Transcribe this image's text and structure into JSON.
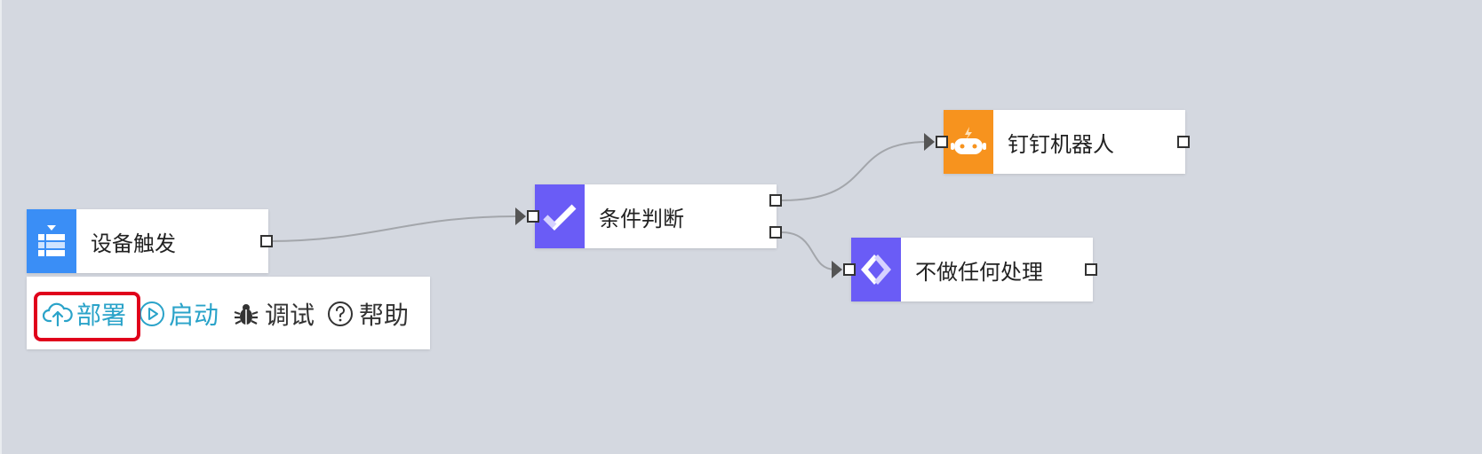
{
  "colors": {
    "canvas_bg": "#d4d8e0",
    "trigger_icon_bg": "#3a8ef6",
    "condition_icon_bg": "#6a5cf6",
    "robot_icon_bg": "#f7931e",
    "noop_icon_bg": "#6a5cf6",
    "toolbar_primary": "#2aa3c9",
    "highlight": "#e0001b"
  },
  "nodes": {
    "device_trigger": {
      "label": "设备触发",
      "icon": "device-trigger-icon"
    },
    "condition": {
      "label": "条件判断",
      "icon": "check-icon"
    },
    "dingtalk_robot": {
      "label": "钉钉机器人",
      "icon": "robot-icon"
    },
    "no_action": {
      "label": "不做任何处理",
      "icon": "code-diamond-icon"
    }
  },
  "toolbar": {
    "deploy": {
      "label": "部署",
      "icon": "cloud-upload-icon"
    },
    "start": {
      "label": "启动",
      "icon": "play-circle-icon"
    },
    "debug": {
      "label": "调试",
      "icon": "bug-icon"
    },
    "help": {
      "label": "帮助",
      "icon": "help-circle-icon"
    }
  }
}
